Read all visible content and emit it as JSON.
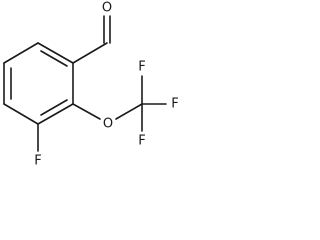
{
  "molecule": {
    "atoms": {
      "aldehyde_oxygen": "O",
      "ether_oxygen": "O",
      "ring_fluorine": "F",
      "cf3_fluorine_top": "F",
      "cf3_fluorine_right": "F",
      "cf3_fluorine_bottom": "F"
    },
    "colors": {
      "bond": "#1a1a1a",
      "label": "#1a1a1a",
      "background": "#ffffff"
    }
  }
}
